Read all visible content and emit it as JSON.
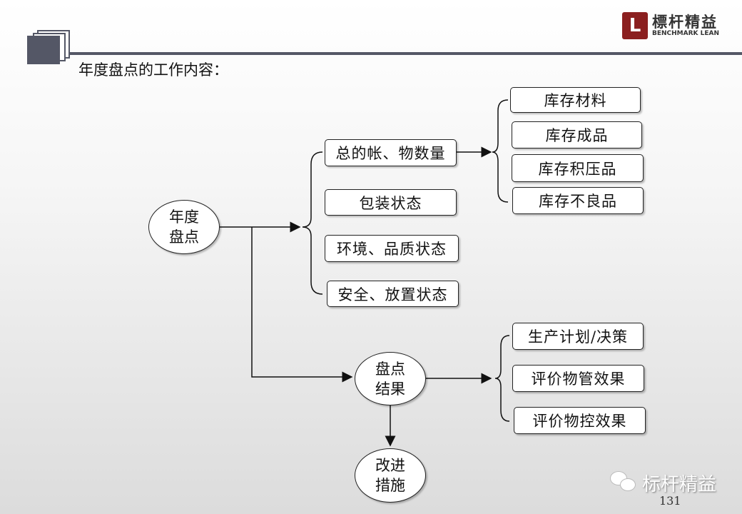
{
  "header": {
    "logo_cn": "標杆精益",
    "logo_en": "BENCHMARK LEAN",
    "title": "年度盘点的工作内容："
  },
  "root": {
    "line1": "年度",
    "line2": "盘点"
  },
  "content_items": [
    "总的帐、物数量",
    "包装状态",
    "环境、品质状态",
    "安全、放置状态"
  ],
  "inventory_items": [
    "库存材料",
    "库存成品",
    "库存积压品",
    "库存不良品"
  ],
  "result": {
    "line1": "盘点",
    "line2": "结果"
  },
  "result_items": [
    "生产计划/决策",
    "评价物管效果",
    "评价物控效果"
  ],
  "improve": {
    "line1": "改进",
    "line2": "措施"
  },
  "footer": {
    "watermark": "标杆精益",
    "page_number": "131"
  },
  "colors": {
    "bar": "#545766",
    "logo": "#8b1f1f"
  }
}
